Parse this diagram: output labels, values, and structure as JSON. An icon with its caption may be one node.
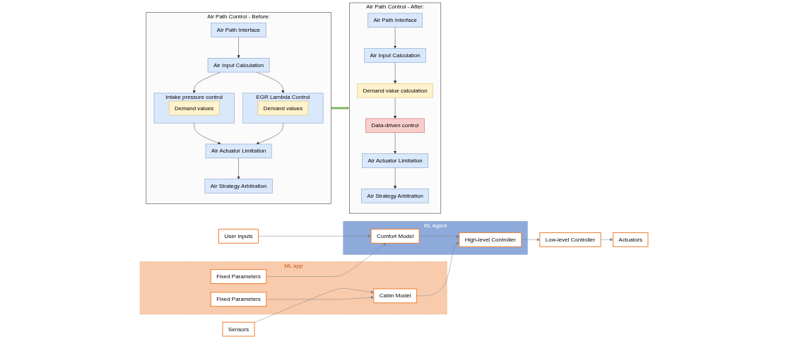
{
  "diagram": {
    "nodes": [
      {
        "text": [
          "Air Path Control - Before:"
        ]
      },
      {
        "text": [
          "Air Path Interface"
        ],
        "in": 0
      },
      {
        "text": [
          "Air Input Calculation"
        ],
        "in": 0
      },
      {
        "text": [
          "Intake pressure control"
        ],
        "in": 0
      },
      {
        "text": [
          "Demand values"
        ],
        "in": 3
      },
      {
        "text": [
          "EGR Lambda Control"
        ],
        "in": 0
      },
      {
        "text": [
          "Demand values"
        ],
        "in": 5
      },
      {
        "text": [
          "Air Actuator Limitation"
        ],
        "in": 0
      },
      {
        "text": [
          "Air Strategy Arbitration"
        ],
        "in": 0
      },
      {
        "text": [
          "Air Path Control - After:"
        ]
      },
      {
        "text": [
          "Air Path Interface"
        ],
        "in": 9
      },
      {
        "text": [
          "Air Input Calculation"
        ],
        "in": 9
      },
      {
        "text": [
          "Demand value calculation"
        ],
        "in": 9
      },
      {
        "text": [
          "Data-driven control"
        ],
        "in": 9
      },
      {
        "text": [
          "Air Actuator Limitation"
        ],
        "in": 9
      },
      {
        "text": [
          "Air Strategy Arbitration"
        ],
        "in": 9
      },
      {
        "text": [
          "RL Agent"
        ]
      },
      {
        "text": [
          "Comfort Model"
        ],
        "in": 16
      },
      {
        "text": [
          "High-level Controller"
        ],
        "in": 16
      },
      {
        "text": [
          "User inputs"
        ]
      },
      {
        "text": [
          "ML app"
        ]
      },
      {
        "text": [
          "Fixed Parameters"
        ],
        "in": 20
      },
      {
        "text": [
          "Cabin Model"
        ],
        "in": 20
      },
      {
        "text": [
          "Fixed Parameters"
        ],
        "in": 20
      },
      {
        "text": [
          "Sensors"
        ]
      },
      {
        "text": [
          "Low-level Controller"
        ]
      },
      {
        "text": [
          "Actuators"
        ]
      }
    ],
    "edges": [
      {
        "from": 1,
        "to": 2,
        "arrow": "to"
      },
      {
        "from": 2,
        "to": 3,
        "arrow": "to"
      },
      {
        "from": 2,
        "to": 5,
        "arrow": "to"
      },
      {
        "from": 3,
        "to": 7,
        "arrow": "to"
      },
      {
        "from": 5,
        "to": 7,
        "arrow": "to"
      },
      {
        "from": 7,
        "to": 8,
        "arrow": "to"
      },
      {
        "from": 0,
        "to": 9,
        "arrow": "to",
        "style": "thick",
        "color": "#82b366"
      },
      {
        "from": 10,
        "to": 11,
        "arrow": "to"
      },
      {
        "from": 11,
        "to": 12,
        "arrow": "to"
      },
      {
        "from": 12,
        "to": 13,
        "arrow": "to"
      },
      {
        "from": 13,
        "to": 14,
        "arrow": "to"
      },
      {
        "from": 14,
        "to": 15,
        "arrow": "to"
      },
      {
        "from": 19,
        "to": 17,
        "arrow": "to",
        "color": "#7f7f7f"
      },
      {
        "from": 17,
        "to": 18,
        "arrow": "to",
        "color": "#7f7f7f"
      },
      {
        "from": 21,
        "to": 17,
        "arrow": "to",
        "color": "#7f7f7f"
      },
      {
        "from": 22,
        "to": 18,
        "arrow": "to",
        "color": "#7f7f7f"
      },
      {
        "from": 24,
        "to": 22,
        "arrow": "to",
        "color": "#7f7f7f"
      },
      {
        "from": 23,
        "to": 22,
        "arrow": "to",
        "color": "#7f7f7f"
      },
      {
        "from": 18,
        "to": 25,
        "arrow": "to",
        "color": "#7f7f7f"
      },
      {
        "from": 25,
        "to": 26,
        "arrow": "to",
        "color": "#7f7f7f"
      }
    ]
  }
}
